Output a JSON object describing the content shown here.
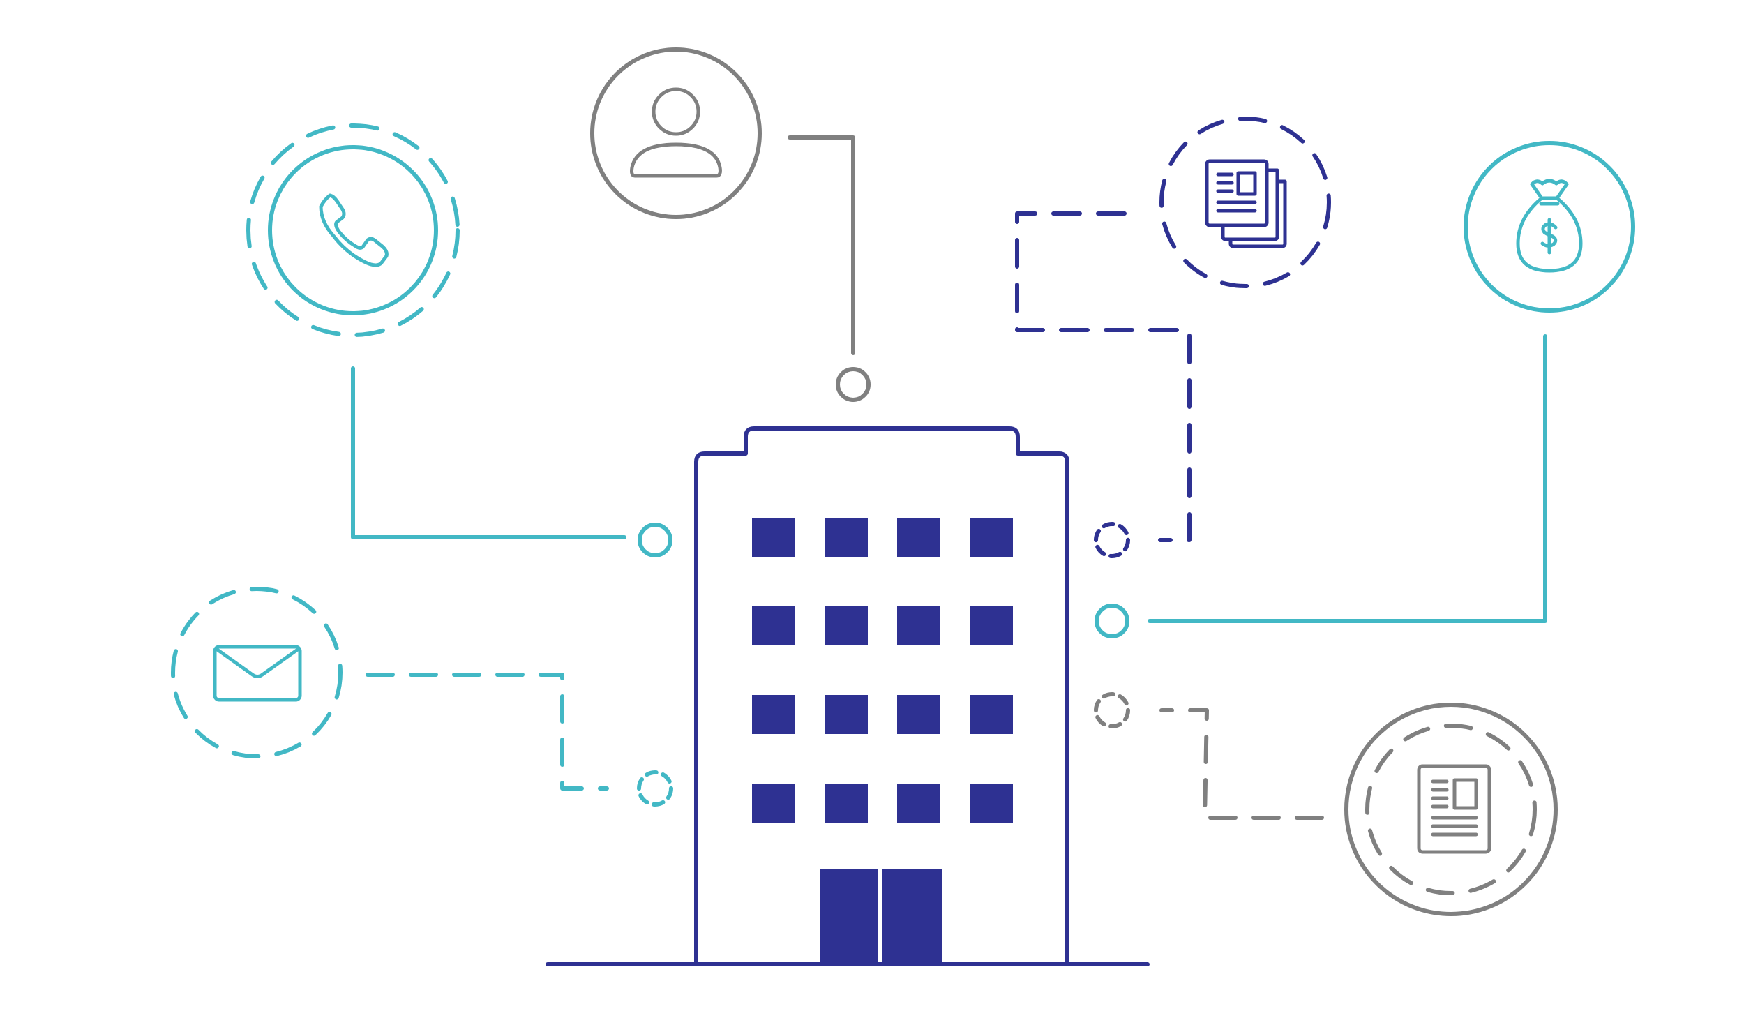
{
  "colors": {
    "background": "#ffffff",
    "navy": "#2e3192",
    "teal": "#42b8c5",
    "gray": "#808080"
  },
  "nodes": [
    {
      "id": "phone",
      "icon": "phone-icon",
      "ring_color": "teal",
      "outer_ring": "dashed",
      "connector": "solid"
    },
    {
      "id": "user",
      "icon": "user-icon",
      "ring_color": "gray",
      "outer_ring": "none",
      "connector": "solid"
    },
    {
      "id": "documents",
      "icon": "documents-stack-icon",
      "ring_color": "navy",
      "outer_ring": "dashed-only",
      "connector": "dashed"
    },
    {
      "id": "money",
      "icon": "money-bag-icon",
      "ring_color": "teal",
      "outer_ring": "none",
      "connector": "solid"
    },
    {
      "id": "email",
      "icon": "envelope-icon",
      "ring_color": "teal",
      "outer_ring": "dashed-only",
      "connector": "dashed"
    },
    {
      "id": "news",
      "icon": "newspaper-icon",
      "ring_color": "gray",
      "outer_ring": "dashed-inner",
      "connector": "dashed"
    }
  ],
  "center": {
    "icon": "office-building-icon",
    "window_rows": 4,
    "window_cols": 4,
    "door_leaves": 2
  }
}
